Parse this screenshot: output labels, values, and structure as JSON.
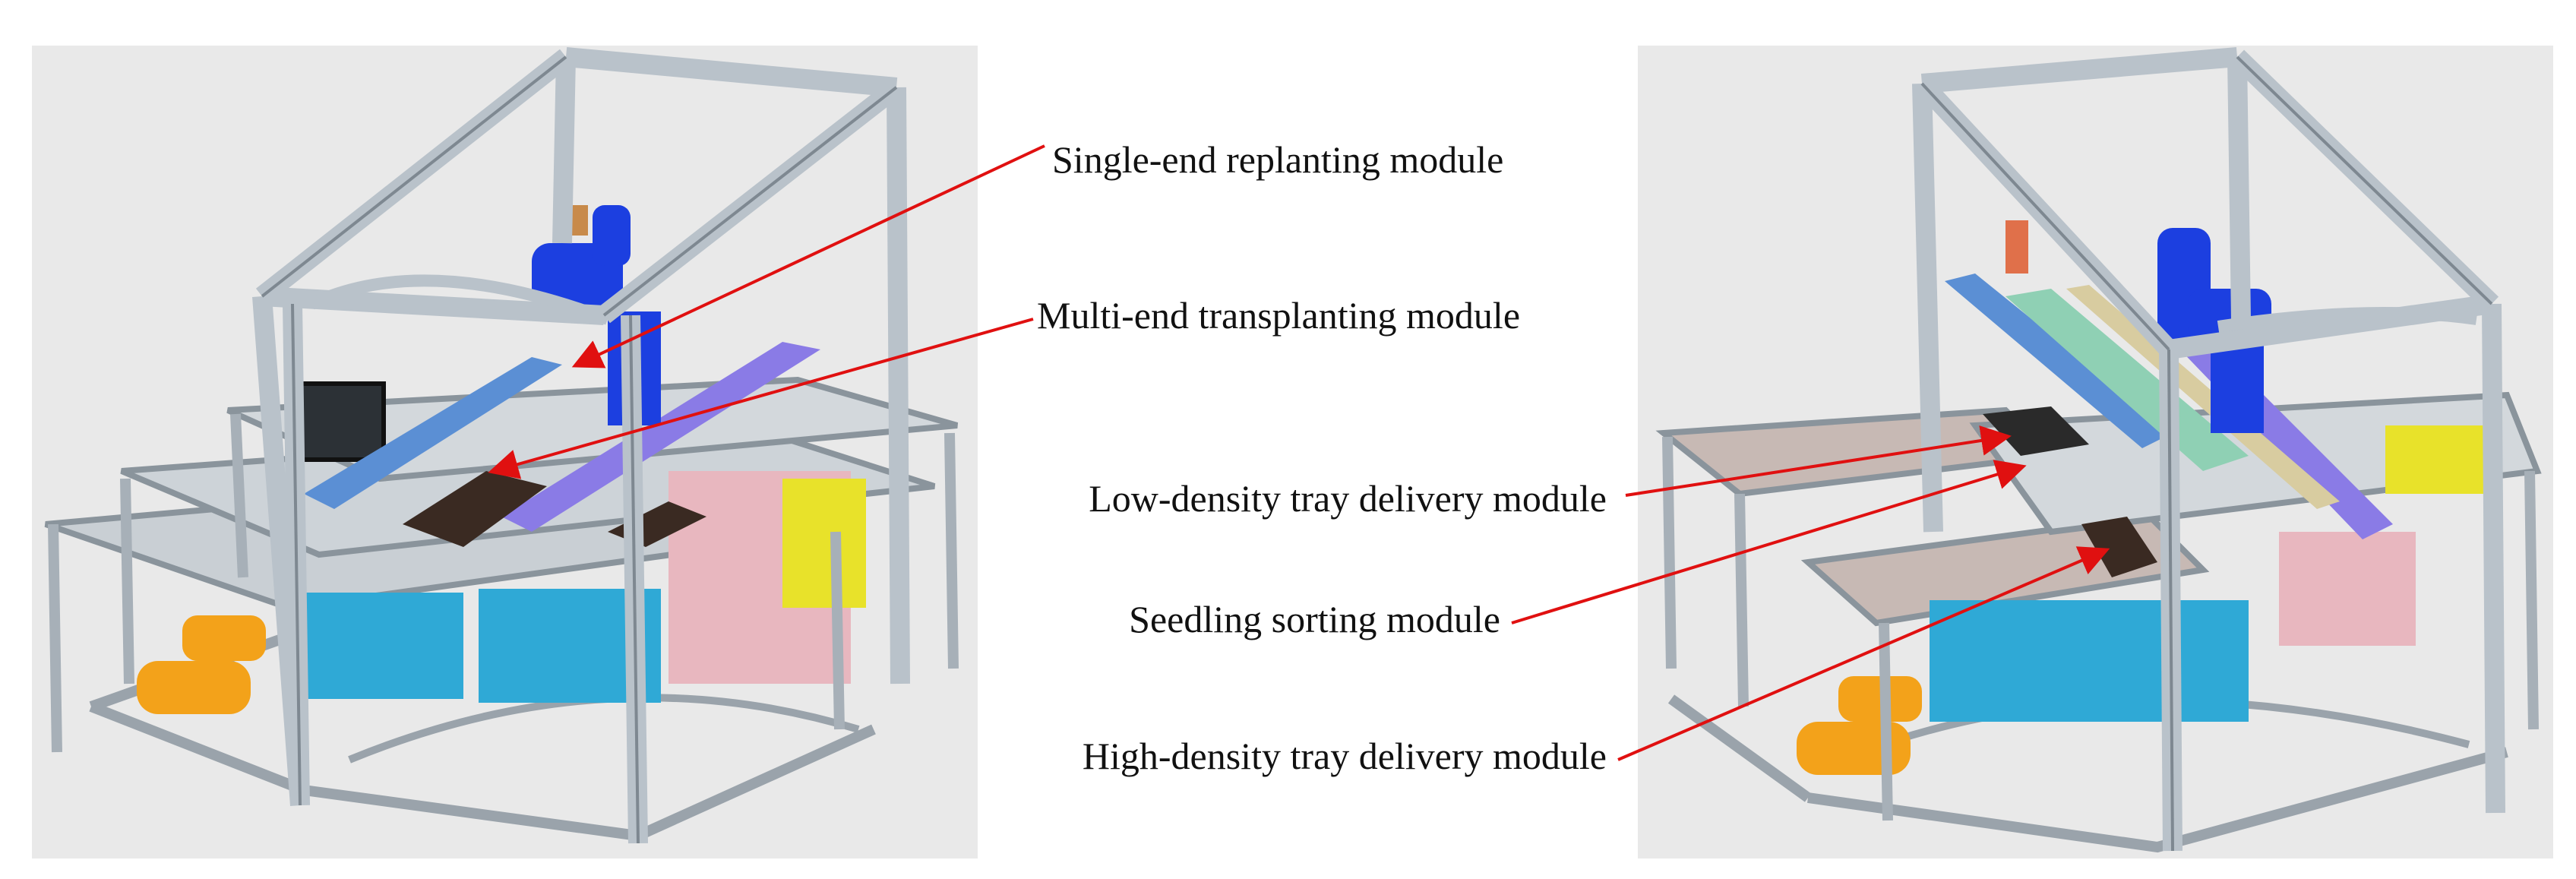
{
  "labels": {
    "single_end": "Single-end replanting module",
    "multi_end": "Multi-end transplanting module",
    "low_density": "Low-density tray delivery module",
    "sorting": "Seedling sorting module",
    "high_density": "High-density tray delivery module"
  },
  "colors": {
    "panel_bg": "#e9e9e9",
    "frame": "#b9c2ca",
    "frame_dark": "#7e8891",
    "robot": "#1c3fe0",
    "compressor": "#f3a21a",
    "cyan_box": "#2fa9d6",
    "pink_panel": "#e8b7bf",
    "yellow_panel": "#e8e22a",
    "violet_rail": "#8a7be6",
    "tray_dark": "#3a2a22",
    "arrow": "#e01010",
    "text": "#111111"
  }
}
